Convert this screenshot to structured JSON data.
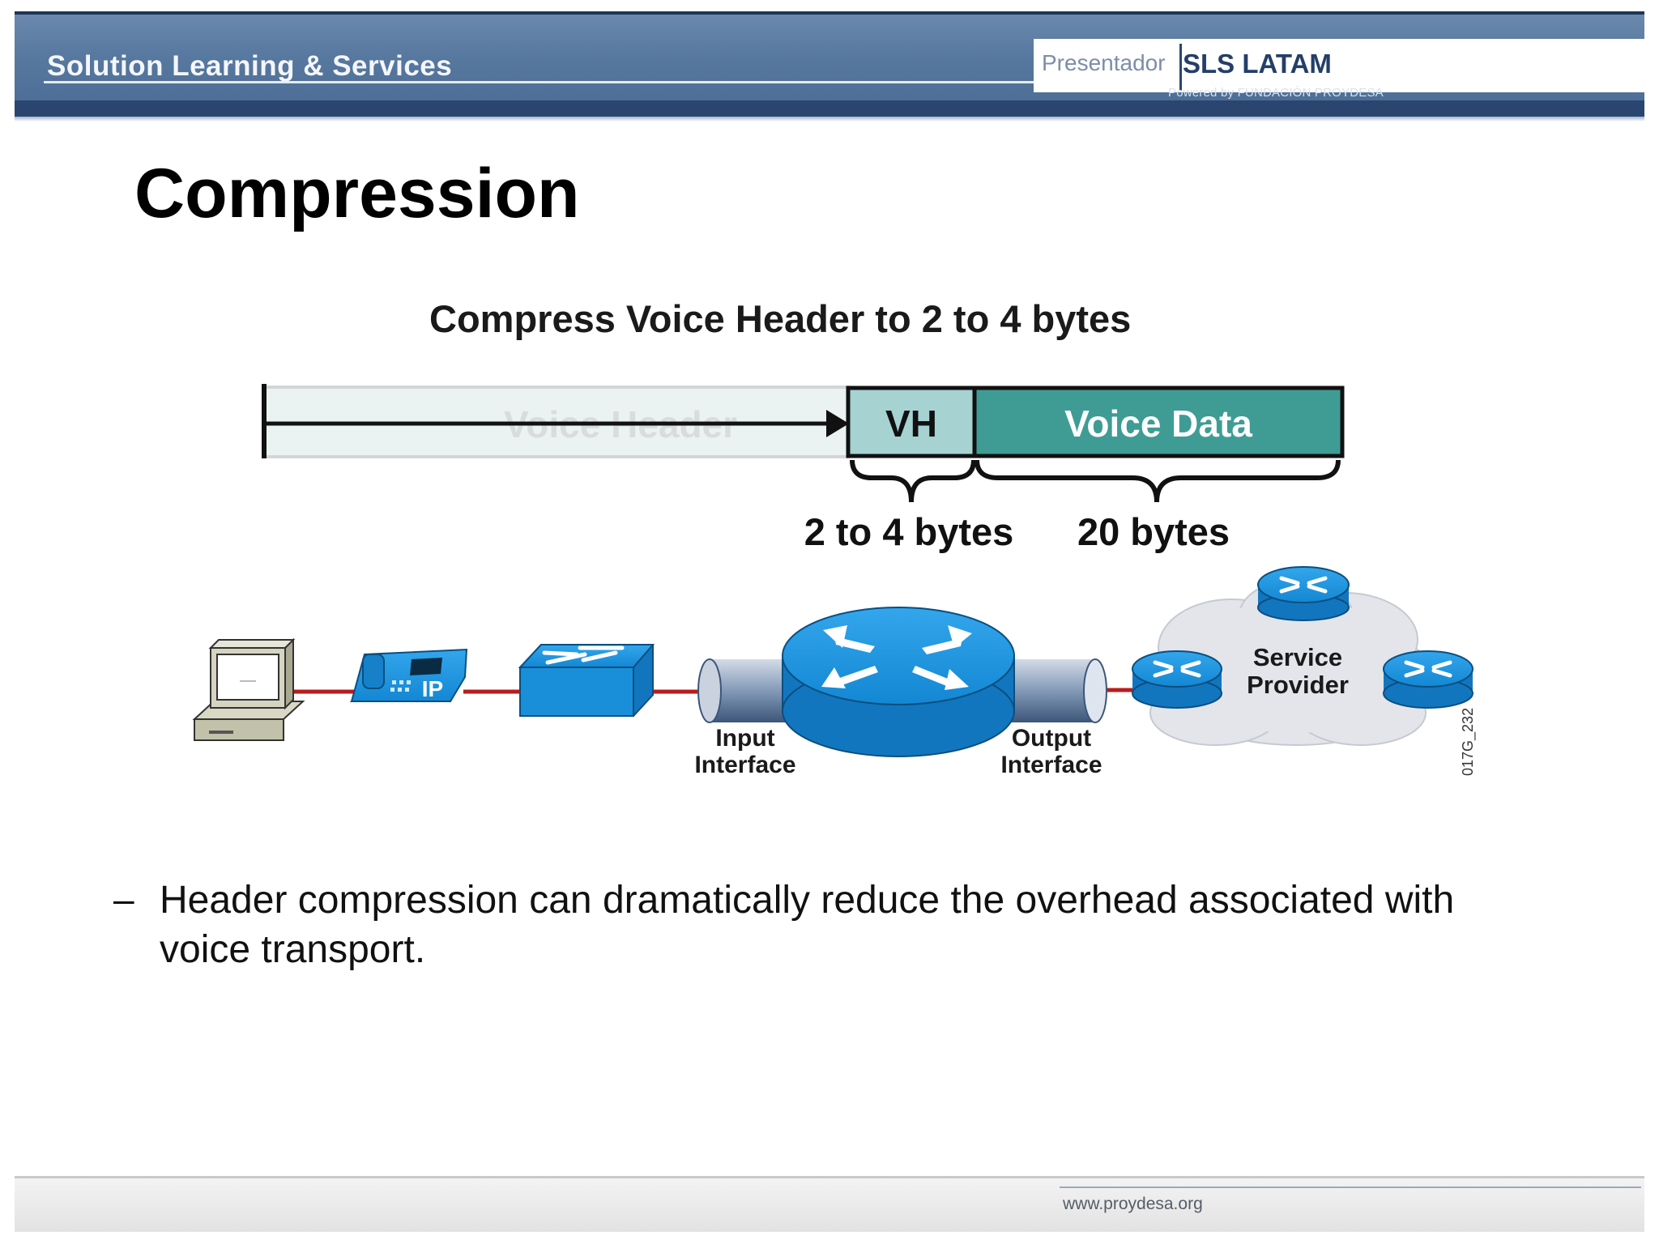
{
  "header": {
    "title": "Solution Learning & Services",
    "presenter_label": "Presentador",
    "brand": "SLS LATAM",
    "powered_by": "Powered by FUNDACIÓN PROYDESA"
  },
  "slide": {
    "title": "Compression",
    "bullet_dash": "–",
    "bullet": "Header compression can dramatically reduce the overhead associated with voice transport."
  },
  "diagram": {
    "title": "Compress Voice Header to 2 to 4 bytes",
    "faded_header": "Voice Header",
    "vh_label": "VH",
    "voice_data_label": "Voice Data",
    "vh_size": "2 to 4 bytes",
    "data_size": "20 bytes",
    "ip_label": "IP",
    "input_interface": [
      "Input",
      "Interface"
    ],
    "output_interface": [
      "Output",
      "Interface"
    ],
    "cloud_label": [
      "Service",
      "Provider"
    ],
    "figure_id": "017G_232",
    "colors": {
      "vh_fill": "#a6d2d2",
      "voice_data_fill": "#3f9c94",
      "device_blue": "#1a8fd9",
      "link_red": "#b81d1d",
      "cloud": "#e3e5ea"
    }
  },
  "footer": {
    "url": "www.proydesa.org"
  }
}
